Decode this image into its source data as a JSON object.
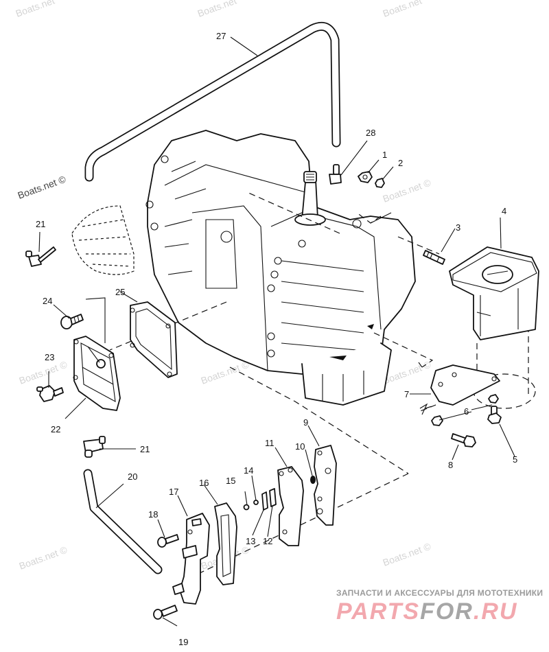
{
  "diagram": {
    "type": "exploded parts diagram",
    "subject": "Outboard engine crankcase / cylinder block assembly",
    "callouts": [
      "1",
      "2",
      "3",
      "4",
      "5",
      "6",
      "7",
      "8",
      "9",
      "10",
      "11",
      "12",
      "13",
      "14",
      "15",
      "16",
      "17",
      "18",
      "19",
      "20",
      "21",
      "21",
      "22",
      "23",
      "24",
      "25",
      "27",
      "28"
    ],
    "parts": [
      {
        "ref": "1",
        "name": "nut"
      },
      {
        "ref": "2",
        "name": "nut"
      },
      {
        "ref": "3",
        "name": "stud"
      },
      {
        "ref": "4",
        "name": "adapter plate / drive shaft housing"
      },
      {
        "ref": "5",
        "name": "screw"
      },
      {
        "ref": "6",
        "name": "nut"
      },
      {
        "ref": "7",
        "name": "bracket"
      },
      {
        "ref": "8",
        "name": "screw"
      },
      {
        "ref": "9",
        "name": "plate"
      },
      {
        "ref": "10",
        "name": "grommet"
      },
      {
        "ref": "11",
        "name": "plate"
      },
      {
        "ref": "12",
        "name": "reed"
      },
      {
        "ref": "13",
        "name": "reed stop"
      },
      {
        "ref": "14",
        "name": "washer"
      },
      {
        "ref": "15",
        "name": "screw"
      },
      {
        "ref": "16",
        "name": "gasket"
      },
      {
        "ref": "17",
        "name": "cover"
      },
      {
        "ref": "18",
        "name": "screw"
      },
      {
        "ref": "19",
        "name": "screw"
      },
      {
        "ref": "20",
        "name": "hose"
      },
      {
        "ref": "21",
        "name": "fitting (elbow)"
      },
      {
        "ref": "22",
        "name": "cover"
      },
      {
        "ref": "23",
        "name": "fitting"
      },
      {
        "ref": "24",
        "name": "screw"
      },
      {
        "ref": "25",
        "name": "gasket"
      },
      {
        "ref": "27",
        "name": "hose"
      },
      {
        "ref": "28",
        "name": "fitting (elbow)"
      }
    ]
  },
  "watermarks": {
    "text": "Boats.net",
    "text_copyright": "Boats.net ©"
  },
  "branding": {
    "subtitle": "ЗАПЧАСТИ И АКСЕССУАРЫ ДЛЯ МОТОТЕХНИКИ",
    "logo_part1": "PARTS",
    "logo_part2": "FOR",
    "logo_part3": ".RU",
    "color_primary": "#f2a8ae",
    "color_secondary": "#a6a6a6"
  }
}
